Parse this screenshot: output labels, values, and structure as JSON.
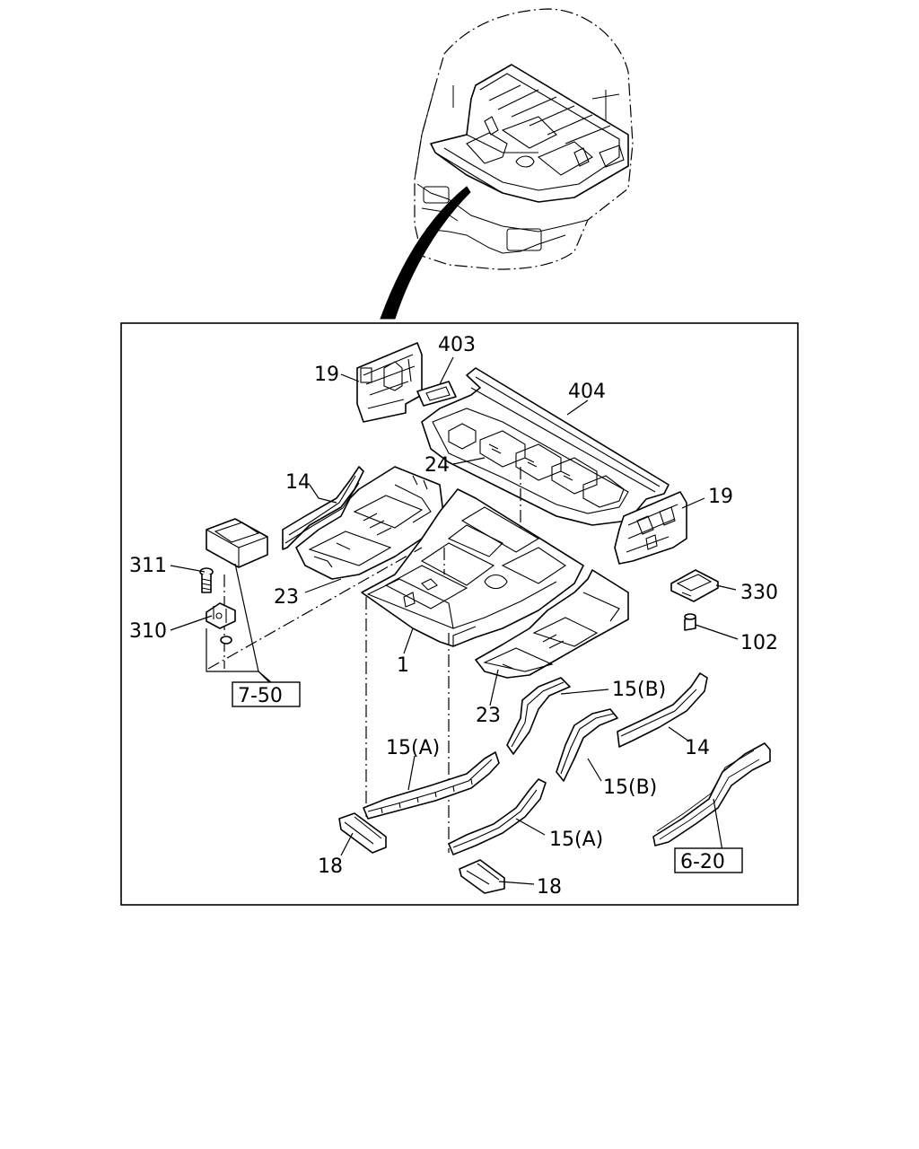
{
  "diagram": {
    "callouts": {
      "c403": "403",
      "c19_top": "19",
      "c404": "404",
      "c24": "24",
      "c19_right": "19",
      "c14_left": "14",
      "c311": "311",
      "c23_left": "23",
      "c330": "330",
      "c102": "102",
      "c310": "310",
      "c1": "1",
      "c15b_top": "15(B)",
      "c23_bottom": "23",
      "c14_right": "14",
      "c15a_left": "15(A)",
      "c15b_bottom": "15(B)",
      "c15a_bottom": "15(A)",
      "c18_left": "18",
      "c18_bottom": "18"
    },
    "references": {
      "ref_7_50": "7-50",
      "ref_6_20": "6-20"
    }
  }
}
